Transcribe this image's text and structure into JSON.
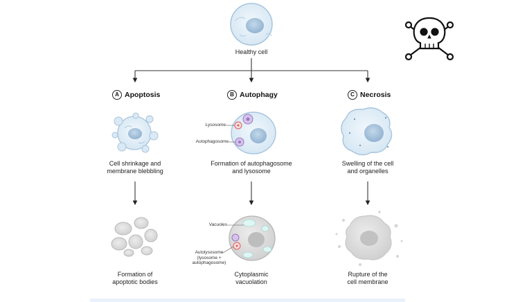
{
  "healthy": {
    "label": "Healthy cell"
  },
  "columns": [
    {
      "letter": "A",
      "title": "Apoptosis",
      "step1": "Cell shrinkage and\nmembrane blebbling",
      "step2": "Formation of\napoptotic bodies"
    },
    {
      "letter": "B",
      "title": "Autophagy",
      "step1": "Formation of autophagosome\nand lysosome",
      "step2": "Cytoplasmic\nvacuolation"
    },
    {
      "letter": "C",
      "title": "Necrosis",
      "step1": "Swelling of the cell\nand organelles",
      "step2": "Rupture of the\ncell membrane"
    }
  ],
  "callouts": {
    "lysosome": "Lysosome",
    "autophagosome": "Autophagosome",
    "vacuoles": "Vacuoles",
    "autolysosome": "Autolysosome\n(lysosome +\nautophagosome)"
  },
  "colors": {
    "cell_fill": "#e3eff8",
    "cell_stroke": "#9fbfd8",
    "nucleus_fill": "#a9c6df",
    "apoptotic_fill": "#dcdcdc",
    "organelle_purple": "#b99ad6",
    "organelle_red": "#e05a5a",
    "vacuole_fill": "#dff6f4"
  },
  "icons": {
    "corner_symbol": "skull-crossbones-icon"
  }
}
